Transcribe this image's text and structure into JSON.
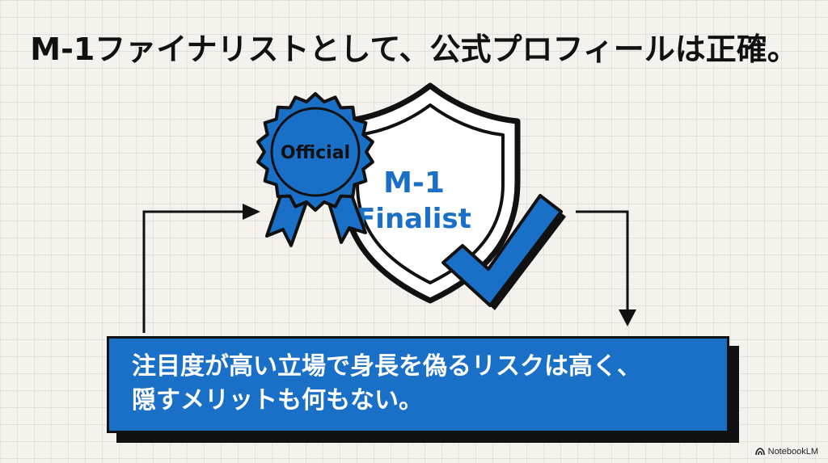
{
  "title": "M-1ファイナリストとして、公式プロフィールは正確。",
  "badge": {
    "seal_label": "Official",
    "shield_line1": "M-1",
    "shield_line2": "Finalist"
  },
  "callout": {
    "line1": "注目度が高い立場で身長を偽るリスクは高く、",
    "line2": "隠すメリットも何もない。"
  },
  "watermark": "NotebookLM",
  "colors": {
    "accent_blue": "#1a6fc7",
    "ink": "#111111",
    "background": "#f4f2ec"
  },
  "icons": [
    "rosette-icon",
    "shield-icon",
    "checkmark-icon",
    "arrow-icon"
  ]
}
